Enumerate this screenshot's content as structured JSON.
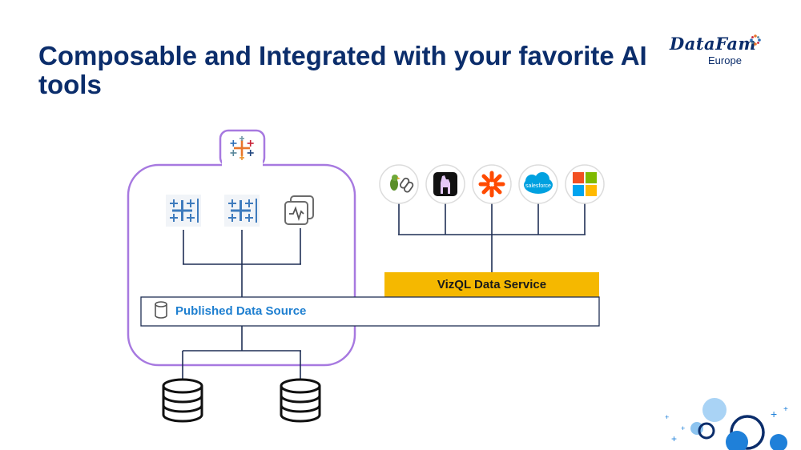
{
  "slide": {
    "title": "Composable and Integrated with your favorite AI tools"
  },
  "logo": {
    "brand": "DataFam",
    "region": "Europe"
  },
  "diagram": {
    "vizql_service_label": "VizQL Data Service",
    "published_source_label": "Published Data Source",
    "platform_top_icon": "tableau-icon",
    "content_icons": [
      "tableau-workbook-icon",
      "tableau-workbook-icon",
      "pulse-metric-icon"
    ],
    "ai_tool_icons": [
      "langchain-icon",
      "llamaindex-icon",
      "zapier-icon",
      "salesforce-icon",
      "microsoft-icon"
    ],
    "ai_tool_text": {
      "salesforce": "salesforce"
    },
    "database_icons": [
      "database-icon",
      "database-icon"
    ]
  },
  "colors": {
    "title": "#0b2d6b",
    "platform_border": "#a779e0",
    "connector_lines": "#1f2f55",
    "vizql_fill": "#f5b800",
    "pds_text": "#1e7fd0",
    "salesforce": "#00a1e0",
    "zapier": "#ff4a00",
    "microsoft": [
      "#f25022",
      "#7fba00",
      "#00a4ef",
      "#ffb900"
    ]
  }
}
